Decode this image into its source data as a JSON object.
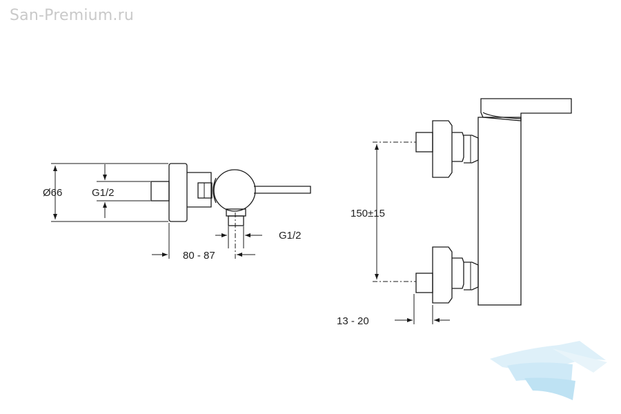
{
  "watermark": {
    "text": "San-Premium.ru",
    "logo": "san-premium-wave-logo"
  },
  "side_view": {
    "dim_diameter": "Ø66",
    "dim_thread_left": "G1/2",
    "dim_thread_bottom": "G1/2",
    "dim_depth": "80 - 87"
  },
  "front_view": {
    "dim_spacing": "150±15",
    "dim_offset": "13 - 20"
  },
  "colors": {
    "line": "#1a1a1a",
    "watermark_text": "#c9c9c9",
    "logo": "#bfe3f5"
  }
}
